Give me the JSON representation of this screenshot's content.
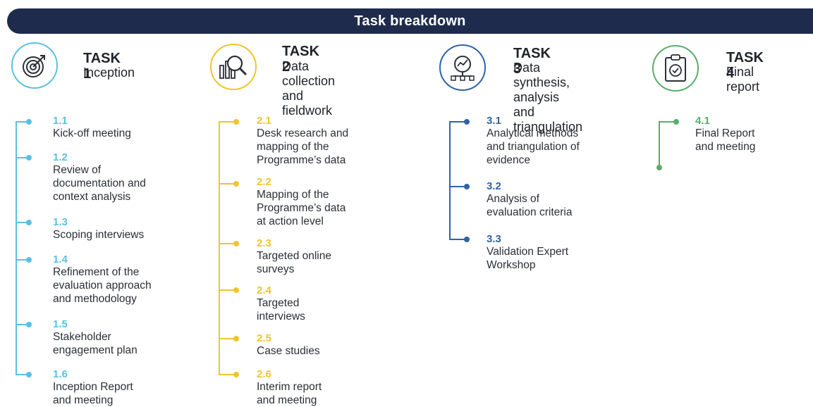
{
  "banner": {
    "title": "Task breakdown"
  },
  "colors": {
    "banner": "#1e2b4d",
    "task1": "#5bc0e3",
    "task2": "#f2c42c",
    "task3": "#2f64a8",
    "task4": "#5cad6a"
  },
  "tasks": [
    {
      "title": "TASK 1",
      "subtitle": "Inception",
      "icon": "target-icon",
      "items": [
        {
          "num": "1.1",
          "label": "Kick-off meeting"
        },
        {
          "num": "1.2",
          "label": "Review of\ndocumentation and\ncontext analysis"
        },
        {
          "num": "1.3",
          "label": "Scoping interviews"
        },
        {
          "num": "1.4",
          "label": "Refinement of the\nevaluation approach\nand methodology"
        },
        {
          "num": "1.5",
          "label": "Stakeholder\nengagement plan"
        },
        {
          "num": "1.6",
          "label": "Inception Report\nand meeting"
        }
      ]
    },
    {
      "title": "TASK 2",
      "subtitle": "Data collection\nand fieldwork",
      "icon": "magnifier-chart-icon",
      "items": [
        {
          "num": "2.1",
          "label": "Desk research and\nmapping of the\nProgramme’s data"
        },
        {
          "num": "2.2",
          "label": "Mapping of the\nProgramme’s data\nat action level"
        },
        {
          "num": "2.3",
          "label": "Targeted online\nsurveys"
        },
        {
          "num": "2.4",
          "label": "Targeted\ninterviews"
        },
        {
          "num": "2.5",
          "label": "Case studies"
        },
        {
          "num": "2.6",
          "label": "Interim report\nand meeting"
        }
      ]
    },
    {
      "title": "TASK 3",
      "subtitle": "Data synthesis,\nanalysis and\ntriangulation",
      "icon": "analysis-magnifier-icon",
      "items": [
        {
          "num": "3.1",
          "label": "Analytical methods\nand triangulation of\nevidence"
        },
        {
          "num": "3.2",
          "label": "Analysis of\nevaluation criteria"
        },
        {
          "num": "3.3",
          "label": "Validation Expert\nWorkshop"
        }
      ]
    },
    {
      "title": "TASK 4",
      "subtitle": "Final report",
      "icon": "clipboard-check-icon",
      "items": [
        {
          "num": "4.1",
          "label": "Final Report\nand meeting"
        }
      ]
    }
  ]
}
